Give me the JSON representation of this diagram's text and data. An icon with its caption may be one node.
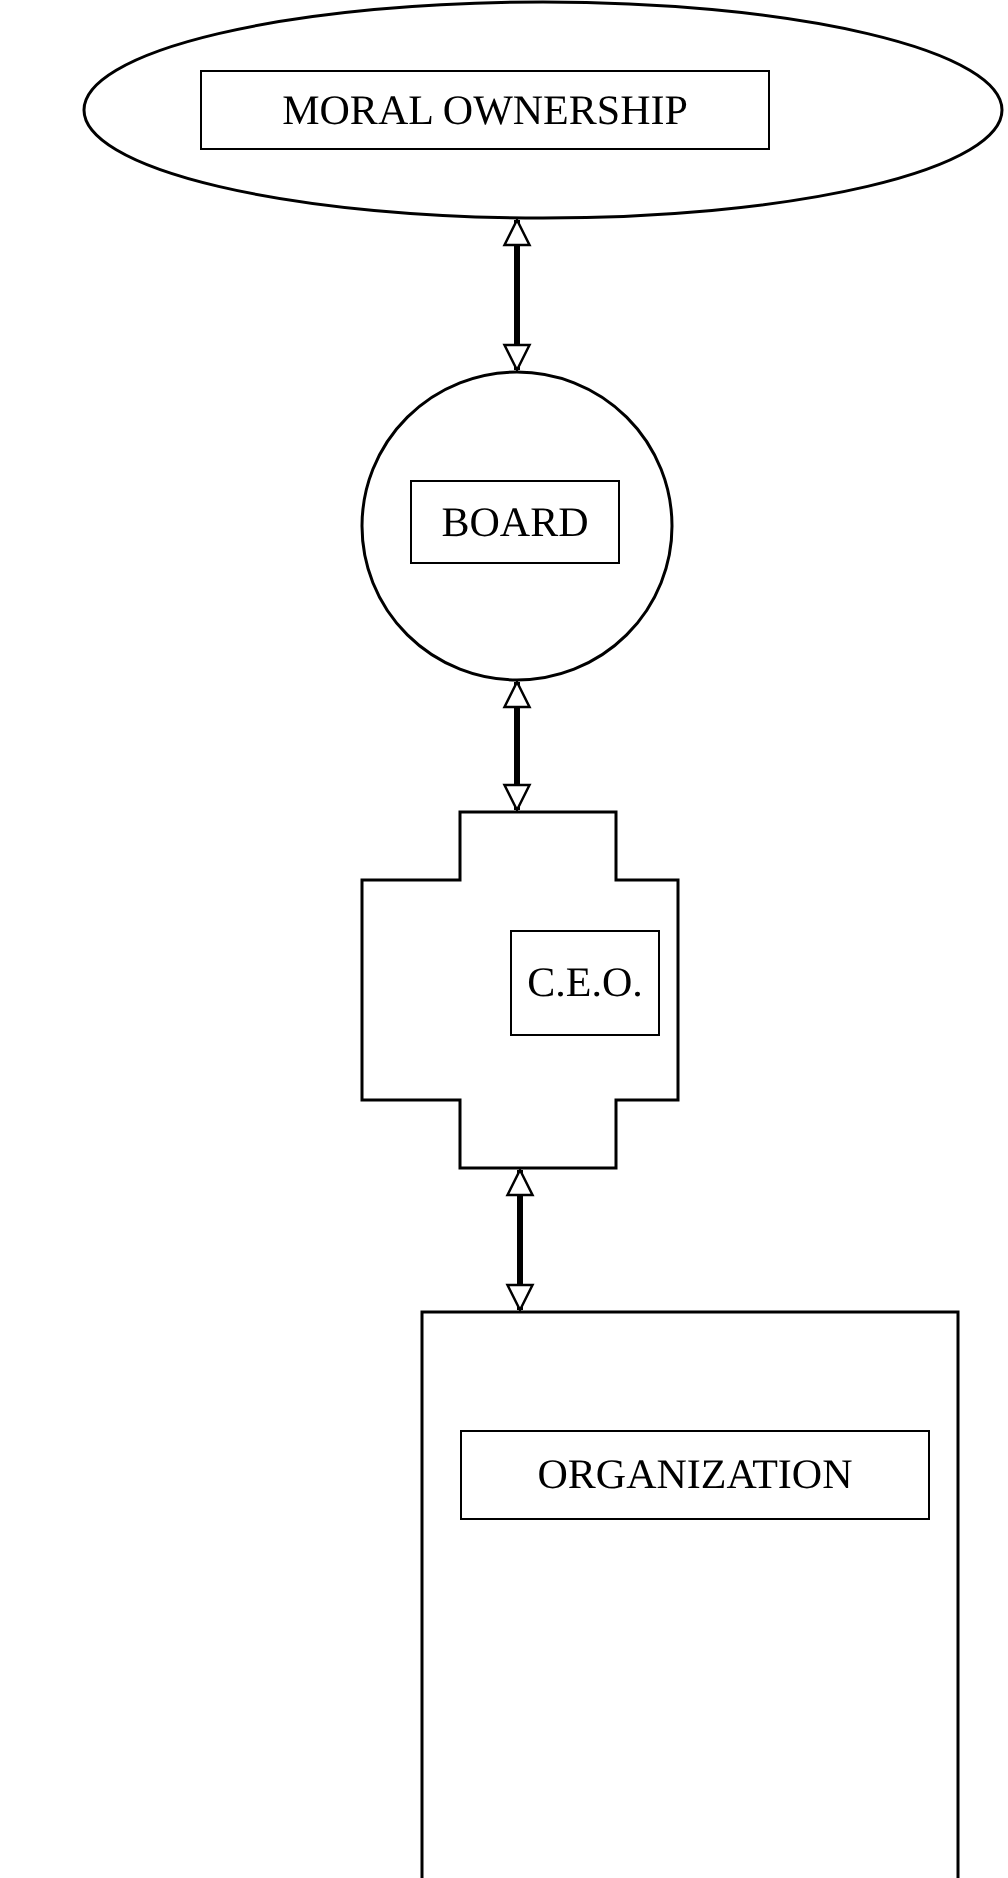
{
  "diagram": {
    "nodes": [
      {
        "text": [],
        "shape": "ellipse"
      },
      {
        "text": [
          "MORAL OWNERSHIP"
        ],
        "in": 0
      },
      {
        "text": [],
        "shape": "circle"
      },
      {
        "text": [
          "BOARD"
        ],
        "in": 2
      },
      {
        "text": [],
        "shape": "cross"
      },
      {
        "text": [
          "C.E.O."
        ],
        "in": 4
      },
      {
        "text": [],
        "shape": "box"
      },
      {
        "text": [
          "ORGANIZATION"
        ],
        "in": 6
      }
    ],
    "edges": [
      {
        "from": 0,
        "to": 2,
        "arrow": "both"
      },
      {
        "from": 2,
        "to": 4,
        "arrow": "both"
      },
      {
        "from": 4,
        "to": 6,
        "arrow": "both"
      }
    ]
  }
}
